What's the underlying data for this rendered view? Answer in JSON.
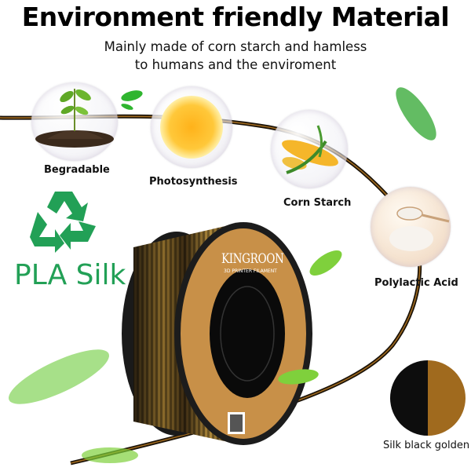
{
  "header": {
    "title": "Environment friendly Material",
    "subtitle_line1": "Mainly made of corn starch and hamless",
    "subtitle_line2": "to humans and the enviroment"
  },
  "features": [
    {
      "label": "Begradable",
      "icon": "plant-in-soil-icon"
    },
    {
      "label": "Photosynthesis",
      "icon": "sun-icon"
    },
    {
      "label": "Corn Starch",
      "icon": "corn-icon"
    },
    {
      "label": "Polylactic Acid",
      "icon": "powder-spoon-icon"
    }
  ],
  "product": {
    "material": "PLA Silk",
    "brand": "KINGROON",
    "brand_sub": "3D PRINTER FILAMENT"
  },
  "swatch": {
    "caption": "Silk black golden",
    "color_left": "#0d0d0d",
    "color_right": "#a06a1e"
  },
  "colors": {
    "recycle_green": "#22a056",
    "filament_gold": "#a06a1e",
    "leaf_green": "#3fbf3a"
  }
}
